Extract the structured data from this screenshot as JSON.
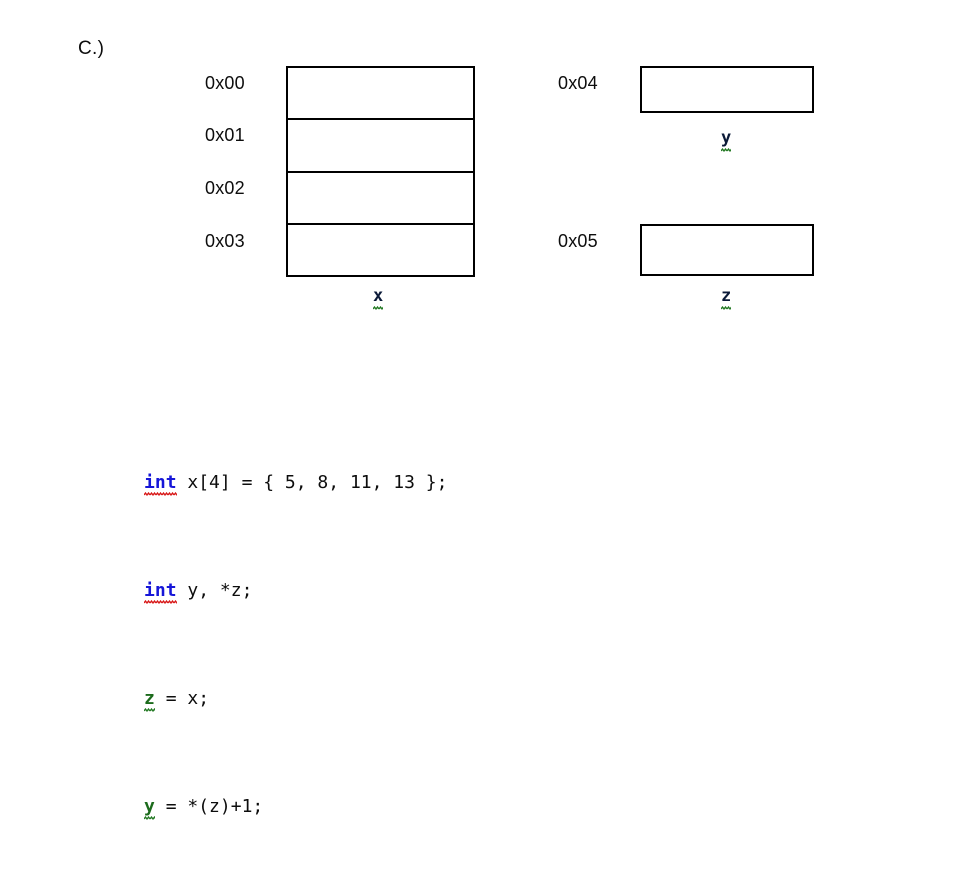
{
  "page": {
    "question_label": "C.)",
    "background_color": "#ffffff",
    "ink_color": "#000000"
  },
  "left_memory_table": {
    "variable_caption": "x",
    "rows": [
      {
        "address": "0x00",
        "value": ""
      },
      {
        "address": "0x01",
        "value": ""
      },
      {
        "address": "0x02",
        "value": ""
      },
      {
        "address": "0x03",
        "value": ""
      }
    ]
  },
  "right_memory_boxes": [
    {
      "address": "0x04",
      "value": "",
      "variable_caption": "y"
    },
    {
      "address": "0x05",
      "value": "",
      "variable_caption": "z"
    }
  ],
  "code": {
    "lines": [
      {
        "tokens": [
          {
            "text": "int",
            "style": "keyword-misspelled"
          },
          {
            "text": " x[4] = { 5, 8, 11, 13 };",
            "style": "plain"
          }
        ]
      },
      {
        "tokens": [
          {
            "text": "int",
            "style": "keyword-misspelled"
          },
          {
            "text": " y, *z;",
            "style": "plain"
          }
        ]
      },
      {
        "tokens": [
          {
            "text": "z",
            "style": "variable-misspelled"
          },
          {
            "text": " = x;",
            "style": "plain"
          }
        ]
      },
      {
        "tokens": [
          {
            "text": "y",
            "style": "variable-misspelled"
          },
          {
            "text": " = *(z)+1;",
            "style": "plain"
          }
        ]
      }
    ],
    "keyword_color": "#1616d8",
    "variable_color": "#1c6b1c",
    "spellcheck_red": "#d81616",
    "spellcheck_green": "#217821"
  }
}
